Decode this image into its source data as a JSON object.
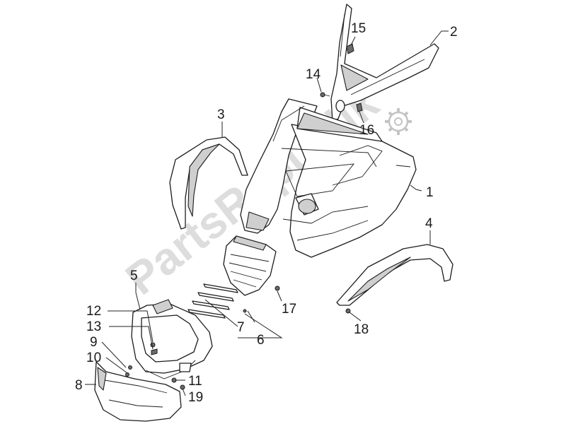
{
  "watermark": "PartsRepublik",
  "callouts": [
    {
      "id": "1",
      "label": "1"
    },
    {
      "id": "2",
      "label": "2"
    },
    {
      "id": "3",
      "label": "3"
    },
    {
      "id": "4",
      "label": "4"
    },
    {
      "id": "5",
      "label": "5"
    },
    {
      "id": "6",
      "label": "6"
    },
    {
      "id": "7",
      "label": "7"
    },
    {
      "id": "8",
      "label": "8"
    },
    {
      "id": "9",
      "label": "9"
    },
    {
      "id": "10",
      "label": "10"
    },
    {
      "id": "11",
      "label": "11"
    },
    {
      "id": "12",
      "label": "12"
    },
    {
      "id": "13",
      "label": "13"
    },
    {
      "id": "14",
      "label": "14"
    },
    {
      "id": "15",
      "label": "15"
    },
    {
      "id": "16",
      "label": "16"
    },
    {
      "id": "17",
      "label": "17"
    },
    {
      "id": "18",
      "label": "18"
    },
    {
      "id": "19",
      "label": "19"
    }
  ]
}
